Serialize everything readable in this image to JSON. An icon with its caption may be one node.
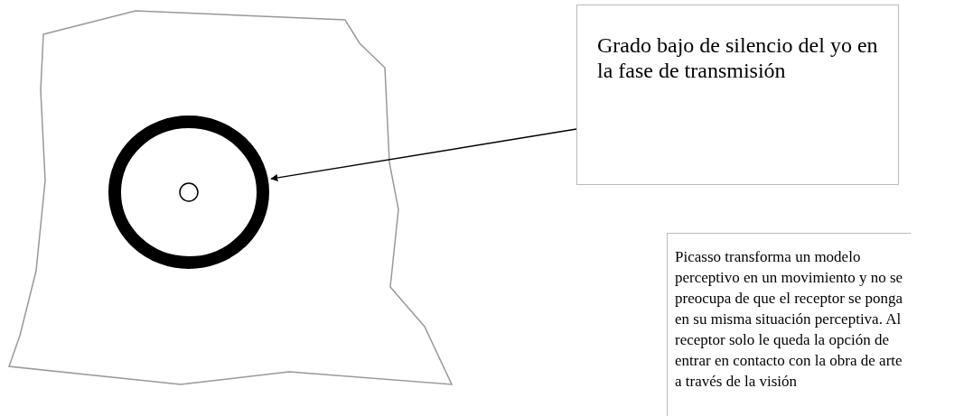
{
  "diagram": {
    "nodes": [
      {
        "text": [],
        "shape": "circle"
      },
      {
        "text": [
          "Grado bajo de silencio del yo en la fase de transmisión"
        ]
      },
      {
        "text": [
          "Picasso transforma un modelo perceptivo en un movimiento y no se preocupa de que el receptor se ponga en su misma situación perceptiva. Al receptor solo le queda la opción de entrar en contacto con la obra de arte a través de la visión"
        ]
      }
    ],
    "edges": [
      {
        "from": 1,
        "to": 0,
        "arrow": "to"
      }
    ]
  }
}
